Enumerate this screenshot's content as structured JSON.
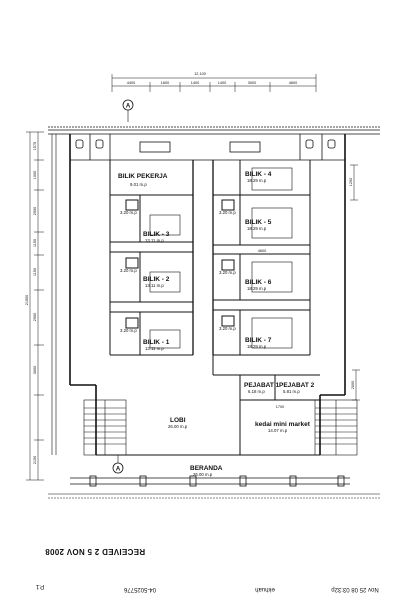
{
  "plan": {
    "top_dims": {
      "overall": "12,100",
      "segments": [
        "4400",
        "1600",
        "1400",
        "1400",
        "3000",
        "4600"
      ]
    },
    "left_dims": [
      "1575",
      "1000",
      "2900",
      "1150",
      "1150",
      "2900",
      "3000",
      "2150"
    ],
    "left_total": "21500",
    "grid_marker": "A",
    "right_dims": [
      "1200",
      "2000"
    ],
    "rooms": [
      {
        "id": "bilik-pekerja",
        "name": "BILIK PEKERJA",
        "area": "9.01 m.p"
      },
      {
        "id": "bilik-3",
        "name": "BILIK - 3",
        "area": "13.11 m.p"
      },
      {
        "id": "bilik-2",
        "name": "BILIK - 2",
        "area": "13.11 m.p"
      },
      {
        "id": "bilik-1",
        "name": "BILIK - 1",
        "area": "13.11 m.p"
      },
      {
        "id": "bilik-4",
        "name": "BILIK - 4",
        "area": "18.29 m.p"
      },
      {
        "id": "bilik-5",
        "name": "BILIK - 5",
        "area": "18.29 m.p"
      },
      {
        "id": "bilik-6",
        "name": "BILIK - 6",
        "area": "18.29 m.p"
      },
      {
        "id": "bilik-7",
        "name": "BILIK - 7",
        "area": "18.29 m.p"
      },
      {
        "id": "pejabat-1",
        "name": "PEJABAT 1",
        "area": "6.18 m.p"
      },
      {
        "id": "pejabat-2",
        "name": "PEJABAT 2",
        "area": "5.81 m.p"
      },
      {
        "id": "lobi",
        "name": "LOBI",
        "area": "26.00 m.p"
      },
      {
        "id": "kedai",
        "name": "kedai mini market",
        "area": "14.07 m.p"
      },
      {
        "id": "beranda",
        "name": "BERANDA",
        "area": "26.00 m.p"
      }
    ],
    "bath_area": "3.20 m.p",
    "inner_dim": "4600",
    "shop_dim": "1700"
  },
  "stamp": {
    "received": "RECEIVED 2 5 NOV 2008"
  },
  "fax_footer": {
    "left": "P.1",
    "center": "04-5025776",
    "right_a": "ekhuah",
    "right_b": "Nov 25 08 03:32p"
  }
}
